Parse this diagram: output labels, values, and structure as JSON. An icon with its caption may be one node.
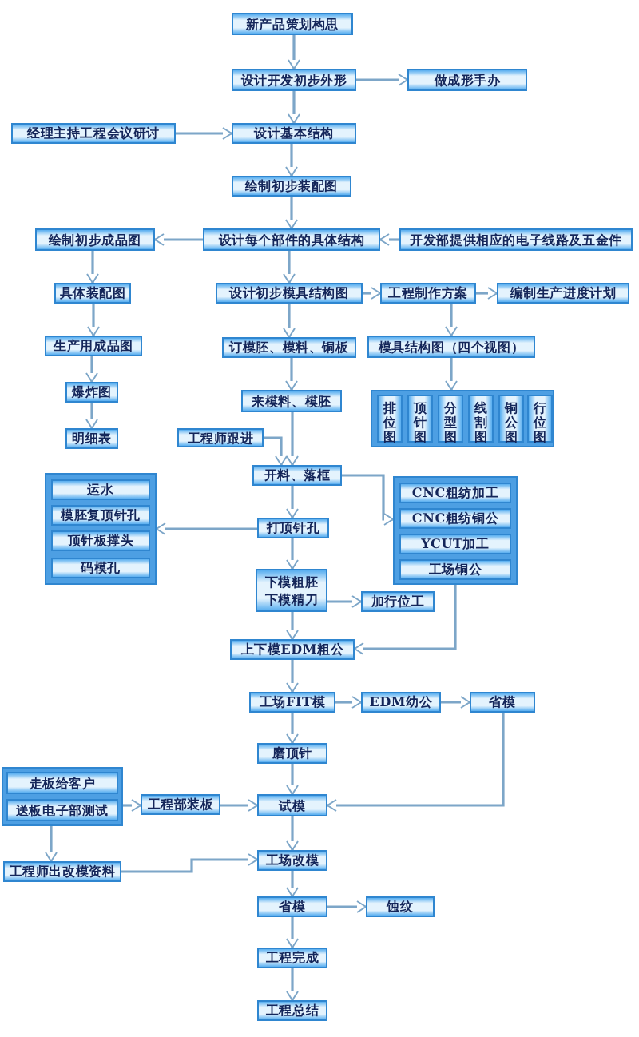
{
  "diagram": {
    "nodes": [
      {
        "text": [
          "新产品策划构思"
        ]
      },
      {
        "text": [
          "设计开发初步外形"
        ]
      },
      {
        "text": [
          "做成形手办"
        ]
      },
      {
        "text": [
          "经理主持工程会议研讨"
        ]
      },
      {
        "text": [
          "设计基本结构"
        ]
      },
      {
        "text": [
          "绘制初步装配图"
        ]
      },
      {
        "text": [
          "绘制初步成品图"
        ]
      },
      {
        "text": [
          "设计每个部件的具体结构"
        ]
      },
      {
        "text": [
          "开发部提供相应的电子线路及五金件"
        ]
      },
      {
        "text": [
          "具体装配图"
        ]
      },
      {
        "text": [
          "设计初步模具结构图"
        ]
      },
      {
        "text": [
          "工程制作方案"
        ]
      },
      {
        "text": [
          "编制生产进度计划"
        ]
      },
      {
        "text": [
          "生产用成品图"
        ]
      },
      {
        "text": [
          "订模胚、模料、铜板"
        ]
      },
      {
        "text": [
          "模具结构图（四个视图）"
        ]
      },
      {
        "text": [
          "爆炸图"
        ]
      },
      {
        "text": [
          "明细表"
        ]
      },
      {
        "text": [
          "来模料、模胚"
        ]
      },
      {
        "text": [],
        "shape": "box"
      },
      {
        "text": [
          "排位图"
        ],
        "in": 19
      },
      {
        "text": [
          "顶针图"
        ],
        "in": 19
      },
      {
        "text": [
          "分型图"
        ],
        "in": 19
      },
      {
        "text": [
          "线割图"
        ],
        "in": 19
      },
      {
        "text": [
          "铜公图"
        ],
        "in": 19
      },
      {
        "text": [
          "行位图"
        ],
        "in": 19
      },
      {
        "text": [
          "工程师跟进"
        ]
      },
      {
        "text": [
          "开料、落框"
        ]
      },
      {
        "text": [],
        "shape": "box"
      },
      {
        "text": [
          "运水"
        ],
        "in": 28
      },
      {
        "text": [
          "模胚复顶针孔"
        ],
        "in": 28
      },
      {
        "text": [
          "顶针板撑头"
        ],
        "in": 28
      },
      {
        "text": [
          "码模孔"
        ],
        "in": 28
      },
      {
        "text": [
          "打顶针孔"
        ]
      },
      {
        "text": [],
        "shape": "box"
      },
      {
        "text": [
          "CNC粗纺加工"
        ],
        "in": 34
      },
      {
        "text": [
          "CNC粗纺铜公"
        ],
        "in": 34
      },
      {
        "text": [
          "YCUT加工"
        ],
        "in": 34
      },
      {
        "text": [
          "工场铜公"
        ],
        "in": 34
      },
      {
        "text": [
          "下模粗胚",
          "下模精刀"
        ]
      },
      {
        "text": [
          "加行位工"
        ]
      },
      {
        "text": [
          "上下模EDM粗公"
        ]
      },
      {
        "text": [
          "工场FIT模"
        ]
      },
      {
        "text": [
          "EDM幼公"
        ]
      },
      {
        "text": [
          "省模"
        ]
      },
      {
        "text": [
          "磨顶针"
        ]
      },
      {
        "text": [],
        "shape": "box"
      },
      {
        "text": [
          "走板给客户"
        ],
        "in": 46
      },
      {
        "text": [
          "送板电子部测试"
        ],
        "in": 46
      },
      {
        "text": [
          "工程部装板"
        ]
      },
      {
        "text": [
          "试模"
        ]
      },
      {
        "text": [
          "工程师出改模资料"
        ]
      },
      {
        "text": [
          "工场改模"
        ]
      },
      {
        "text": [
          "省模"
        ]
      },
      {
        "text": [
          "蚀纹"
        ]
      },
      {
        "text": [
          "工程完成"
        ]
      },
      {
        "text": [
          "工程总结"
        ]
      }
    ],
    "edges": [
      {
        "from": 0,
        "to": 1,
        "arrow": "to"
      },
      {
        "from": 1,
        "to": 2,
        "arrow": "to"
      },
      {
        "from": 1,
        "to": 4,
        "arrow": "to"
      },
      {
        "from": 3,
        "to": 4,
        "arrow": "to"
      },
      {
        "from": 4,
        "to": 5,
        "arrow": "to"
      },
      {
        "from": 5,
        "to": 7,
        "arrow": "to"
      },
      {
        "from": 7,
        "to": 6,
        "arrow": "to"
      },
      {
        "from": 8,
        "to": 7,
        "arrow": "to"
      },
      {
        "from": 6,
        "to": 9,
        "arrow": "to"
      },
      {
        "from": 9,
        "to": 13,
        "arrow": "to"
      },
      {
        "from": 13,
        "to": 16,
        "arrow": "to"
      },
      {
        "from": 16,
        "to": 17,
        "arrow": "to"
      },
      {
        "from": 7,
        "to": 10,
        "arrow": "to"
      },
      {
        "from": 10,
        "to": 11,
        "arrow": "to"
      },
      {
        "from": 11,
        "to": 12,
        "arrow": "to"
      },
      {
        "from": 10,
        "to": 14,
        "arrow": "to"
      },
      {
        "from": 11,
        "to": 15,
        "arrow": "to"
      },
      {
        "from": 14,
        "to": 18,
        "arrow": "to"
      },
      {
        "from": 15,
        "to": 19,
        "arrow": "to"
      },
      {
        "from": 18,
        "to": 27,
        "arrow": "to"
      },
      {
        "from": 26,
        "to": 27,
        "arrow": "to"
      },
      {
        "from": 27,
        "to": 34,
        "arrow": "to"
      },
      {
        "from": 27,
        "to": 33,
        "arrow": "to"
      },
      {
        "from": 33,
        "to": 28,
        "arrow": "to"
      },
      {
        "from": 33,
        "to": 39,
        "arrow": "to"
      },
      {
        "from": 39,
        "to": 40,
        "arrow": "to"
      },
      {
        "from": 39,
        "to": 41,
        "arrow": "to"
      },
      {
        "from": 34,
        "to": 41,
        "arrow": "to"
      },
      {
        "from": 41,
        "to": 42,
        "arrow": "to"
      },
      {
        "from": 42,
        "to": 43,
        "arrow": "to"
      },
      {
        "from": 43,
        "to": 44,
        "arrow": "to"
      },
      {
        "from": 44,
        "to": 50,
        "arrow": "to"
      },
      {
        "from": 42,
        "to": 45,
        "arrow": "to"
      },
      {
        "from": 45,
        "to": 50,
        "arrow": "to"
      },
      {
        "from": 46,
        "to": 49,
        "arrow": "to"
      },
      {
        "from": 49,
        "to": 50,
        "arrow": "to"
      },
      {
        "from": 46,
        "to": 51,
        "arrow": "to"
      },
      {
        "from": 51,
        "to": 52,
        "arrow": "to"
      },
      {
        "from": 50,
        "to": 52,
        "arrow": "to"
      },
      {
        "from": 52,
        "to": 53,
        "arrow": "to"
      },
      {
        "from": 53,
        "to": 54,
        "arrow": "to"
      },
      {
        "from": 53,
        "to": 55,
        "arrow": "to"
      },
      {
        "from": 55,
        "to": 56,
        "arrow": "to"
      }
    ]
  }
}
